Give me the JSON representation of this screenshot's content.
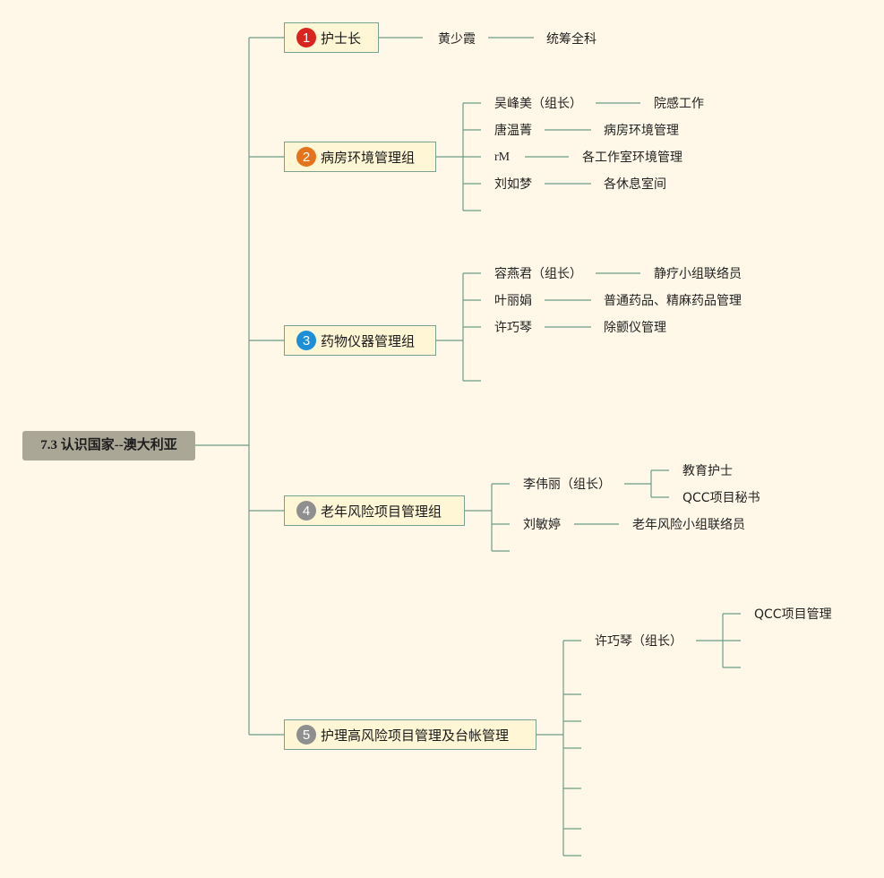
{
  "root": {
    "label": "7.3 认识国家--澳大利亚"
  },
  "colors": {
    "background": "#fff8e8",
    "line": "#6e9a89",
    "badge_1": "#d9251d",
    "badge_2": "#e4731b",
    "badge_3": "#1d8fd6",
    "badge_4": "#8f8f8f",
    "badge_5": "#8f8f8f"
  },
  "branches": [
    {
      "number": "1",
      "label": "护士长",
      "members": [
        {
          "name": "黄少霞",
          "duty": "统筹全科"
        }
      ]
    },
    {
      "number": "2",
      "label": "病房环境管理组",
      "members": [
        {
          "name": "吴峰美（组长）",
          "duty": "院感工作"
        },
        {
          "name": "唐温菁",
          "duty": "病房环境管理"
        },
        {
          "name": "rM",
          "duty": "各工作室环境管理"
        },
        {
          "name": "刘如梦",
          "duty": "各休息室间"
        }
      ]
    },
    {
      "number": "3",
      "label": "药物仪器管理组",
      "members": [
        {
          "name": "容燕君（组长）",
          "duty": "静疗小组联络员"
        },
        {
          "name": "叶丽娟",
          "duty": "普通药品、精麻药品管理"
        },
        {
          "name": "许巧琴",
          "duty": "除颤仪管理"
        }
      ]
    },
    {
      "number": "4",
      "label": "老年风险项目管理组",
      "members": [
        {
          "name": "李伟丽（组长）",
          "duties": [
            "教育护士",
            "QCC项目秘书"
          ]
        },
        {
          "name": "刘敏婷",
          "duty": "老年风险小组联络员"
        }
      ]
    },
    {
      "number": "5",
      "label": "护理高风险项目管理及台帐管理",
      "members": [
        {
          "name": "许巧琴（组长）",
          "duties": [
            "QCC项目管理"
          ]
        }
      ]
    }
  ]
}
